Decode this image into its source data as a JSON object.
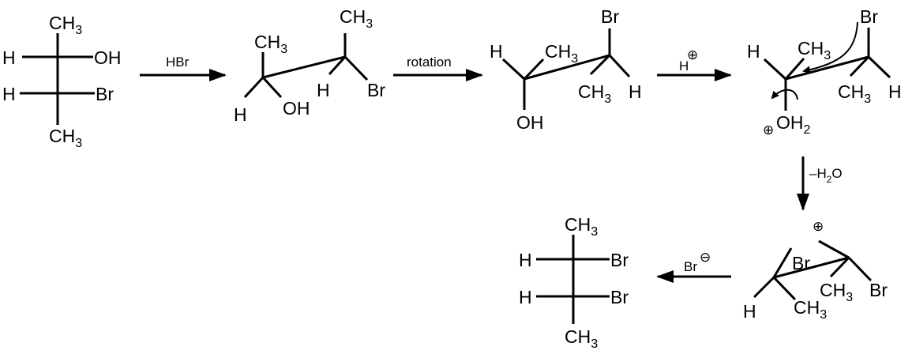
{
  "molecules": {
    "fischer_start": {
      "top": "CH3",
      "h1": "H",
      "oh": "OH",
      "h2": "H",
      "br": "Br",
      "bottom": "CH3"
    },
    "sawhorse_1": {
      "front_ch3": "CH3",
      "front_h": "H",
      "front_oh": "OH",
      "back_ch3": "CH3",
      "back_h": "H",
      "back_br": "Br"
    },
    "sawhorse_2": {
      "front_h": "H",
      "front_ch3": "CH3",
      "front_oh": "OH",
      "back_br": "Br",
      "back_ch3": "CH3",
      "back_h": "H"
    },
    "protonated": {
      "front_h": "H",
      "front_ch3": "CH3",
      "front_oh2": "OH2",
      "oh2_charge": "⊕",
      "back_br": "Br",
      "back_ch3": "CH3",
      "back_h": "H"
    },
    "bromonium": {
      "br": "Br",
      "br_charge": "⊕",
      "front_h": "H",
      "front_ch3": "CH3",
      "back_ch3": "CH3",
      "back_br": "Br"
    },
    "fischer_product": {
      "top": "CH3",
      "h1": "H",
      "br1": "Br",
      "h2": "H",
      "br2": "Br",
      "bottom": "CH3"
    }
  },
  "arrows": {
    "step1": "HBr",
    "step2": "rotation",
    "step3": {
      "reagent": "H",
      "charge": "⊕"
    },
    "step4": "–H2O",
    "step5": {
      "reagent": "Br",
      "charge": "⊖"
    }
  }
}
